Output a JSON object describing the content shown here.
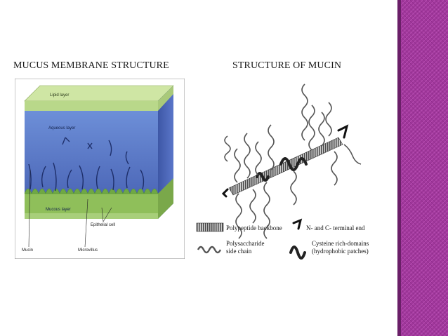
{
  "left": {
    "heading": "MUCUS MEMBRANE STRUCTURE",
    "labels": {
      "lipid": "Lipid layer",
      "aqueous": "Aqueous layer",
      "mucous": "Mucous layer",
      "epithelial": "Epithelial cell",
      "mucin": "Mucin",
      "microvillus": "Microvillus"
    }
  },
  "right": {
    "heading": "STRUCTURE OF MUCIN",
    "legend": {
      "backbone": "Polypeptide backbone",
      "terminal": "N- and C- terminal end",
      "side_chain_1": "Polysaccharide",
      "side_chain_2": "side chain",
      "cysteine_1": "Cysteine rich-domains",
      "cysteine_2": "(hydrophobic patches)"
    }
  },
  "colors": {
    "band": "#a0379b",
    "band_dark": "#6a1f68",
    "lipid": "#b9d88a",
    "aqueous": "#5a78c8",
    "mucous": "#8fbf5a"
  }
}
